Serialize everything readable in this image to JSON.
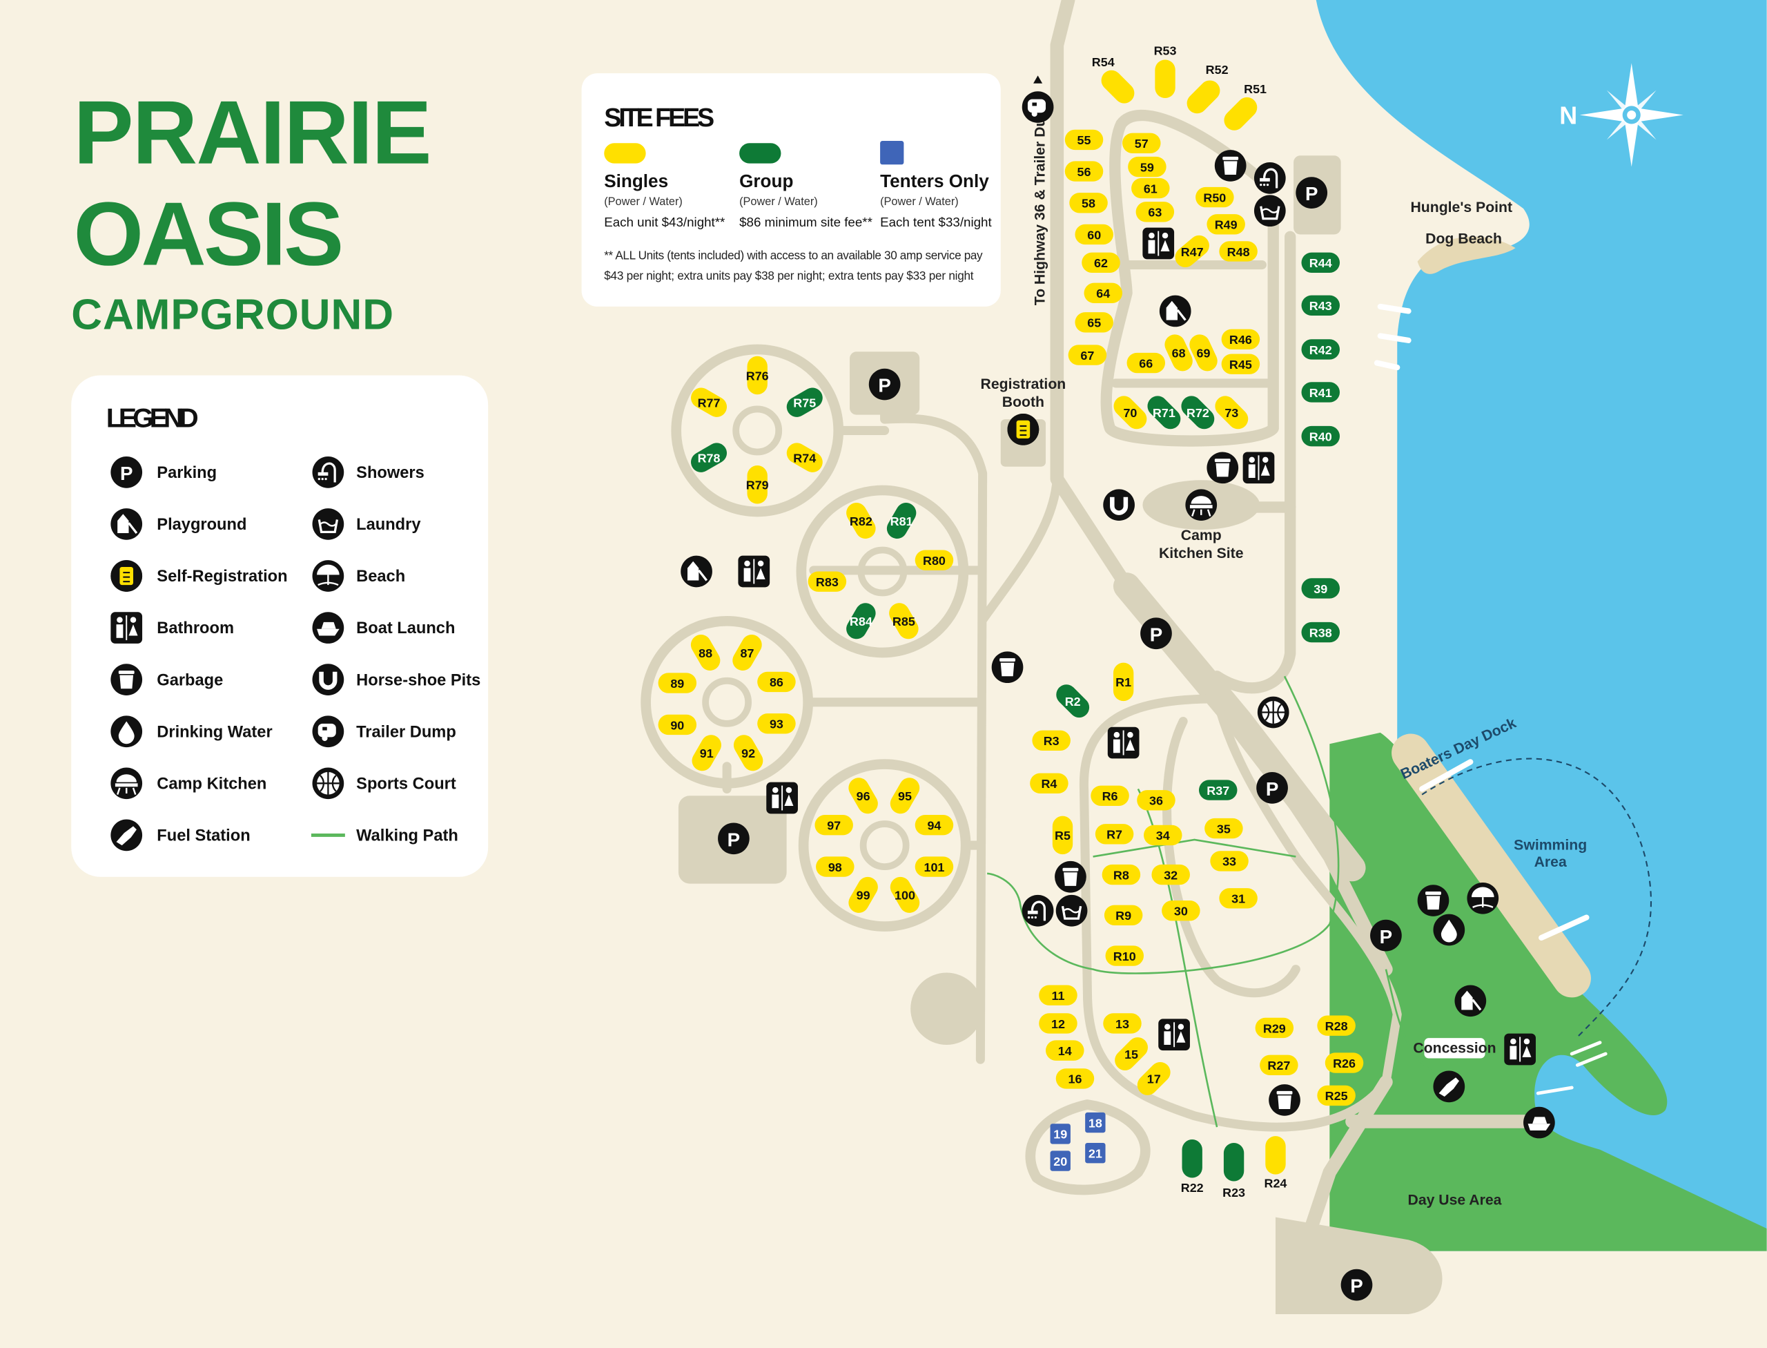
{
  "title": {
    "line1": "PRAIRIE",
    "line2": "OASIS",
    "line3": "CAMPGROUND"
  },
  "colors": {
    "brand_green": "#1f8a3c",
    "single": "#ffe000",
    "group": "#0e7a36",
    "tent": "#3f65b8",
    "water": "#5bc4ea",
    "park_green": "#5bb85c",
    "road": "#d9d3bc",
    "background": "#f8f2e2"
  },
  "fees": {
    "title": "SITE FEES",
    "categories": [
      {
        "name": "Singles",
        "sub": "(Power / Water)",
        "price": "Each unit $43/night**"
      },
      {
        "name": "Group",
        "sub": "(Power / Water)",
        "price": "$86 minimum site fee**"
      },
      {
        "name": "Tenters Only",
        "sub": "(Power / Water)",
        "price": "Each tent $33/night"
      }
    ],
    "note_line1": "** ALL Units (tents included) with access to an available 30 amp service pay",
    "note_line2": "$43 per night; extra units pay $38 per night; extra tents pay $33 per night"
  },
  "legend": {
    "title": "LEGEND",
    "items": [
      {
        "icon": "parking",
        "label": "Parking"
      },
      {
        "icon": "playground",
        "label": "Playground"
      },
      {
        "icon": "selfreg",
        "label": "Self-Registration"
      },
      {
        "icon": "bathroom",
        "label": "Bathroom"
      },
      {
        "icon": "garbage",
        "label": "Garbage"
      },
      {
        "icon": "water",
        "label": "Drinking Water"
      },
      {
        "icon": "kitchen",
        "label": "Camp Kitchen"
      },
      {
        "icon": "fuel",
        "label": "Fuel Station"
      },
      {
        "icon": "showers",
        "label": "Showers"
      },
      {
        "icon": "laundry",
        "label": "Laundry"
      },
      {
        "icon": "beach",
        "label": "Beach"
      },
      {
        "icon": "boat",
        "label": "Boat Launch"
      },
      {
        "icon": "horseshoe",
        "label": "Horse-shoe Pits"
      },
      {
        "icon": "trailer",
        "label": "Trailer Dump"
      },
      {
        "icon": "sports",
        "label": "Sports Court"
      },
      {
        "icon": "walkpath",
        "label": "Walking Path"
      }
    ]
  },
  "map": {
    "highway": "To Highway 36 & Trailer Dump",
    "registration1": "Registration",
    "registration2": "Booth",
    "kitchen1": "Camp",
    "kitchen2": "Kitchen Site",
    "hungles_point": "Hungle's Point",
    "dog_beach": "Dog Beach",
    "boaters_dock": "Boaters Day Dock",
    "swimming1": "Swimming",
    "swimming2": "Area",
    "concession": "Concession",
    "day_use": "Day Use Area",
    "north": "N"
  },
  "sites": [
    {
      "label": "R54",
      "type": "single"
    },
    {
      "label": "R53",
      "type": "single"
    },
    {
      "label": "R52",
      "type": "single"
    },
    {
      "label": "R51",
      "type": "single"
    },
    {
      "label": "55",
      "type": "single"
    },
    {
      "label": "56",
      "type": "single"
    },
    {
      "label": "58",
      "type": "single"
    },
    {
      "label": "60",
      "type": "single"
    },
    {
      "label": "62",
      "type": "single"
    },
    {
      "label": "64",
      "type": "single"
    },
    {
      "label": "65",
      "type": "single"
    },
    {
      "label": "67",
      "type": "single"
    },
    {
      "label": "57",
      "type": "single"
    },
    {
      "label": "59",
      "type": "single"
    },
    {
      "label": "61",
      "type": "single"
    },
    {
      "label": "63",
      "type": "single"
    },
    {
      "label": "R50",
      "type": "single"
    },
    {
      "label": "R49",
      "type": "single"
    },
    {
      "label": "R47",
      "type": "single"
    },
    {
      "label": "R48",
      "type": "single"
    },
    {
      "label": "66",
      "type": "single"
    },
    {
      "label": "68",
      "type": "single"
    },
    {
      "label": "69",
      "type": "single"
    },
    {
      "label": "R46",
      "type": "single"
    },
    {
      "label": "R45",
      "type": "single"
    },
    {
      "label": "70",
      "type": "single"
    },
    {
      "label": "R71",
      "type": "group"
    },
    {
      "label": "R72",
      "type": "group"
    },
    {
      "label": "73",
      "type": "single"
    },
    {
      "label": "R44",
      "type": "group"
    },
    {
      "label": "R43",
      "type": "group"
    },
    {
      "label": "R42",
      "type": "group"
    },
    {
      "label": "R41",
      "type": "group"
    },
    {
      "label": "R40",
      "type": "group"
    },
    {
      "label": "39",
      "type": "group"
    },
    {
      "label": "R38",
      "type": "group"
    },
    {
      "label": "R76",
      "type": "single"
    },
    {
      "label": "R75",
      "type": "group"
    },
    {
      "label": "R74",
      "type": "single"
    },
    {
      "label": "R79",
      "type": "single"
    },
    {
      "label": "R78",
      "type": "group"
    },
    {
      "label": "R77",
      "type": "single"
    },
    {
      "label": "R82",
      "type": "single"
    },
    {
      "label": "R81",
      "type": "group"
    },
    {
      "label": "R80",
      "type": "single"
    },
    {
      "label": "R85",
      "type": "single"
    },
    {
      "label": "R84",
      "type": "group"
    },
    {
      "label": "R83",
      "type": "single"
    },
    {
      "label": "88",
      "type": "single"
    },
    {
      "label": "87",
      "type": "single"
    },
    {
      "label": "86",
      "type": "single"
    },
    {
      "label": "93",
      "type": "single"
    },
    {
      "label": "92",
      "type": "single"
    },
    {
      "label": "91",
      "type": "single"
    },
    {
      "label": "90",
      "type": "single"
    },
    {
      "label": "89",
      "type": "single"
    },
    {
      "label": "96",
      "type": "single"
    },
    {
      "label": "95",
      "type": "single"
    },
    {
      "label": "94",
      "type": "single"
    },
    {
      "label": "101",
      "type": "single"
    },
    {
      "label": "100",
      "type": "single"
    },
    {
      "label": "99",
      "type": "single"
    },
    {
      "label": "97",
      "type": "single"
    },
    {
      "label": "98",
      "type": "single"
    },
    {
      "label": "R1",
      "type": "single"
    },
    {
      "label": "R2",
      "type": "group"
    },
    {
      "label": "R3",
      "type": "single"
    },
    {
      "label": "R4",
      "type": "single"
    },
    {
      "label": "R5",
      "type": "single"
    },
    {
      "label": "R6",
      "type": "single"
    },
    {
      "label": "R7",
      "type": "single"
    },
    {
      "label": "R8",
      "type": "single"
    },
    {
      "label": "R9",
      "type": "single"
    },
    {
      "label": "R10",
      "type": "single"
    },
    {
      "label": "36",
      "type": "single"
    },
    {
      "label": "34",
      "type": "single"
    },
    {
      "label": "32",
      "type": "single"
    },
    {
      "label": "30",
      "type": "single"
    },
    {
      "label": "R37",
      "type": "group"
    },
    {
      "label": "35",
      "type": "single"
    },
    {
      "label": "33",
      "type": "single"
    },
    {
      "label": "31",
      "type": "single"
    },
    {
      "label": "11",
      "type": "single"
    },
    {
      "label": "12",
      "type": "single"
    },
    {
      "label": "14",
      "type": "single"
    },
    {
      "label": "16",
      "type": "single"
    },
    {
      "label": "13",
      "type": "single"
    },
    {
      "label": "15",
      "type": "single"
    },
    {
      "label": "17",
      "type": "single"
    },
    {
      "label": "19",
      "type": "tent"
    },
    {
      "label": "20",
      "type": "tent"
    },
    {
      "label": "18",
      "type": "tent"
    },
    {
      "label": "21",
      "type": "tent"
    },
    {
      "label": "R22",
      "type": "group"
    },
    {
      "label": "R23",
      "type": "group"
    },
    {
      "label": "R24",
      "type": "single"
    },
    {
      "label": "R29",
      "type": "single"
    },
    {
      "label": "R28",
      "type": "single"
    },
    {
      "label": "R27",
      "type": "single"
    },
    {
      "label": "R26",
      "type": "single"
    },
    {
      "label": "R25",
      "type": "single"
    }
  ]
}
